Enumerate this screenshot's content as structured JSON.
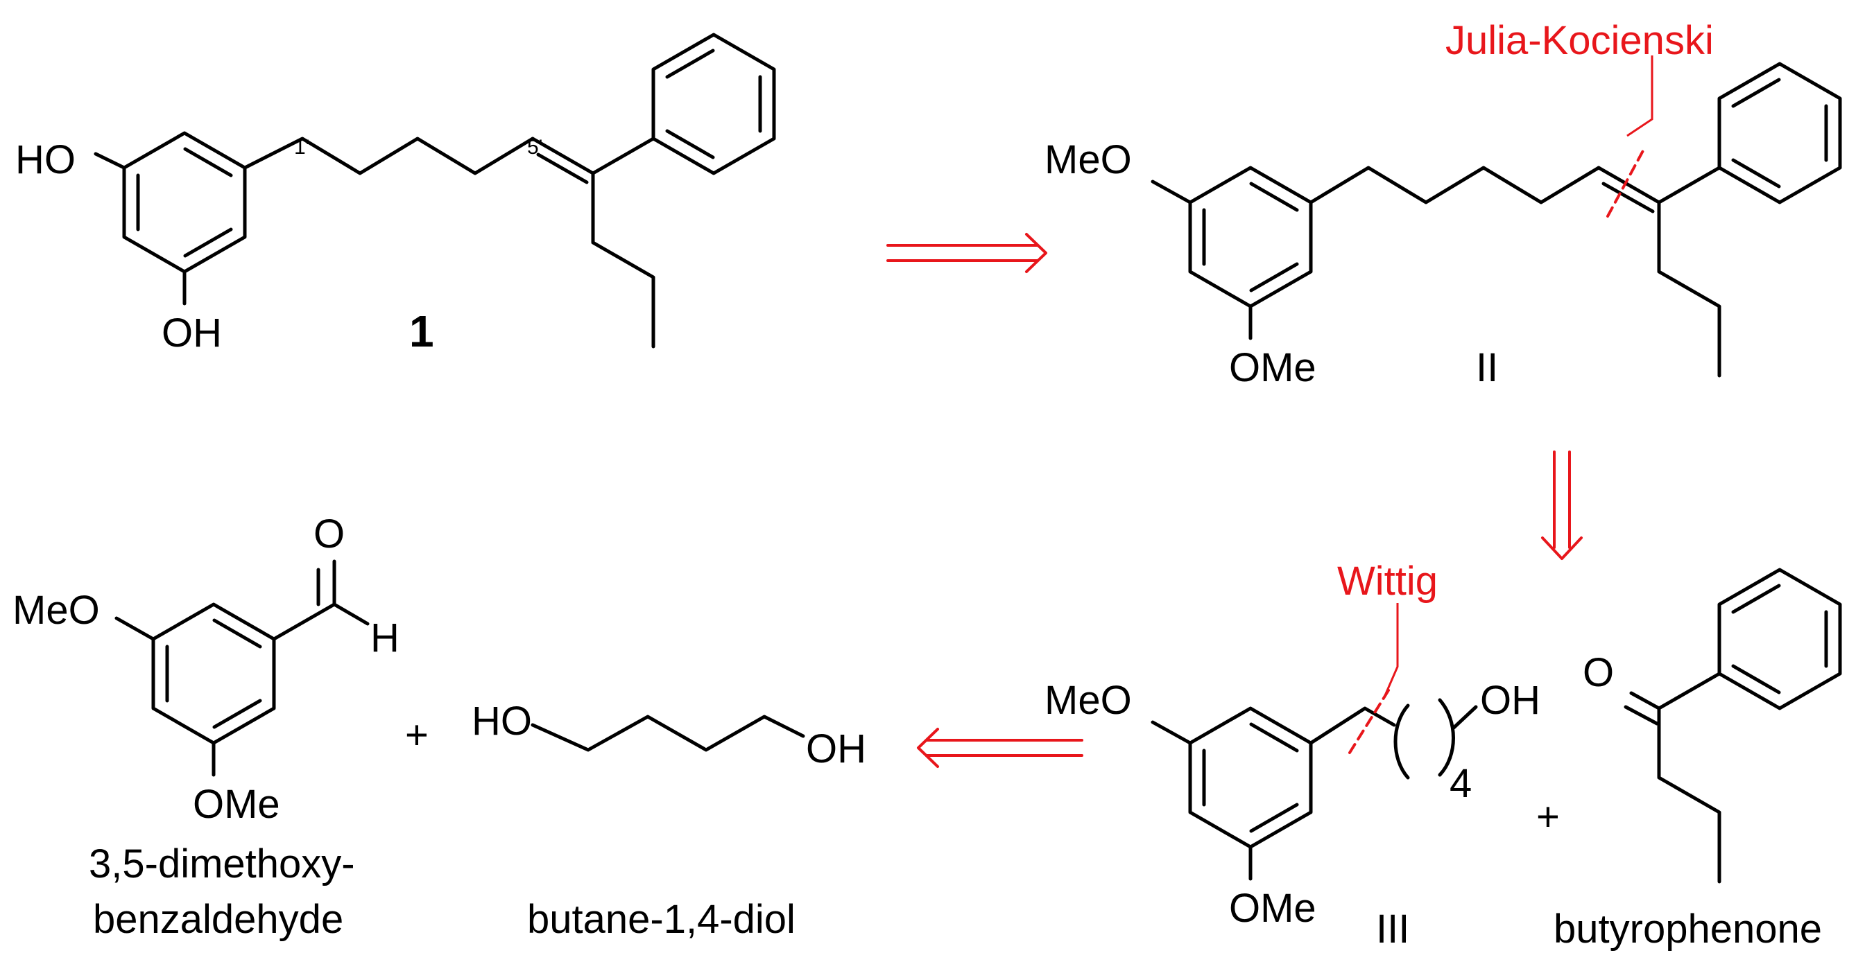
{
  "compound_1": {
    "substituent_top": "HO",
    "substituent_bottom": "OH",
    "locant_1": "1'",
    "locant_5": "5'",
    "label": "1"
  },
  "intermediate_II": {
    "substituent_top": "MeO",
    "substituent_bottom": "OMe",
    "label": "II",
    "disconnection": "Julia-Kocienski"
  },
  "intermediate_III": {
    "substituent_top": "MeO",
    "substituent_bottom": "OMe",
    "chain_end": "OH",
    "repeat_count": "4",
    "label": "III",
    "disconnection": "Wittig"
  },
  "butyrophenone": {
    "oxygen": "O",
    "name": "butyrophenone"
  },
  "aldehyde": {
    "substituent_top": "MeO",
    "substituent_bottom": "OMe",
    "oxygen": "O",
    "hydrogen": "H",
    "name_line1": "3,5-dimethoxy-",
    "name_line2": "benzaldehyde"
  },
  "diol": {
    "left": "HO",
    "right": "OH",
    "name": "butane-1,4-diol"
  },
  "plus_sign": "+",
  "colors": {
    "ink": "#000000",
    "accent": "#e8161b"
  }
}
